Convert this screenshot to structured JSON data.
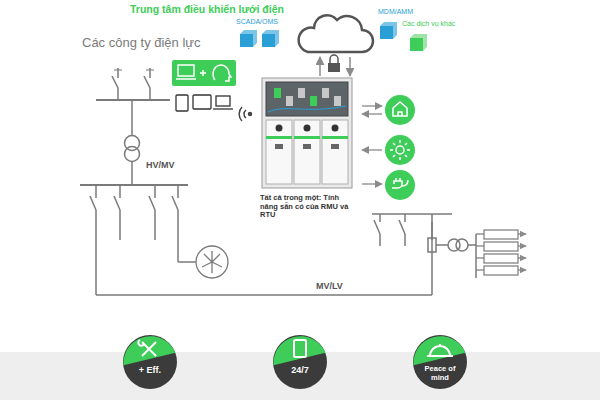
{
  "diagram": {
    "nodes": [
      {
        "text": [
          "Tất cả trong một: Tính năng sẵn có của RMU và RTU"
        ]
      },
      {
        "text": [
          "+ Eff."
        ]
      },
      {
        "text": [
          "24/7"
        ]
      },
      {
        "text": [
          "Peace of mind"
        ]
      }
    ],
    "labels": [
      "Trung tâm điều khiển lưới điện",
      "SCADA/OMS",
      "MDM/AMM",
      "Các dịch vụ khác",
      "Các công ty điện lực",
      "HV/MV",
      "MV/LV"
    ]
  }
}
